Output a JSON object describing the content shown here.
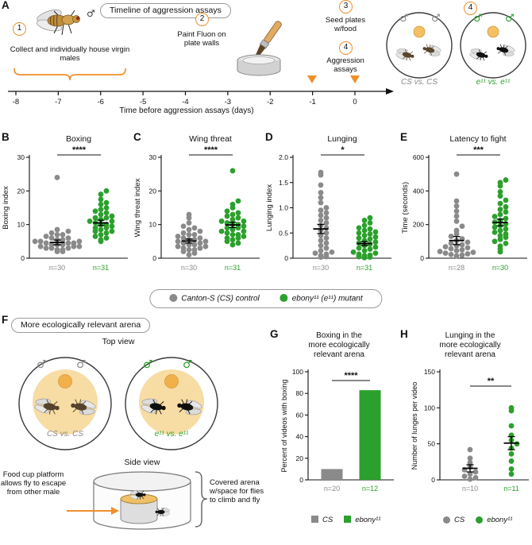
{
  "panel_letters": {
    "A": "A",
    "B": "B",
    "C": "C",
    "D": "D",
    "E": "E",
    "F": "F",
    "G": "G",
    "H": "H"
  },
  "symbols": {
    "male": "♂"
  },
  "colors": {
    "cs_gray": "#8a8a8a",
    "ebony_green": "#2ca02c",
    "accent_orange": "#ef8f2a",
    "food_tan": "#f7dca4"
  },
  "panelA": {
    "title": "Timeline of aggression assays",
    "steps": [
      {
        "num": "1",
        "label": "Collect and individually house virgin males"
      },
      {
        "num": "2",
        "label": "Paint Fluon on plate walls"
      },
      {
        "num": "3",
        "label": "Seed plates w/food"
      },
      {
        "num": "4",
        "label": "Aggression assays"
      }
    ],
    "arena_step_num": "4",
    "axis": {
      "ticks": [
        "-8",
        "-7",
        "-6",
        "-5",
        "-4",
        "-3",
        "-2",
        "-1",
        "0"
      ],
      "label": "Time before aggression assays (days)"
    },
    "arena_left_label": "CS vs. CS",
    "arena_right_label": "e¹¹ vs. e¹¹"
  },
  "legend_main": {
    "cs": "Canton-S (CS) control",
    "ebony": "ebony¹¹ (e¹¹) mutant"
  },
  "panelF": {
    "title": "More ecologically relevant arena",
    "top_view": "Top view",
    "side_view": "Side view",
    "arena_left_label": "CS vs. CS",
    "arena_right_label": "e¹¹ vs. e¹¹",
    "note_left": "Food cup platform allows fly to escape from other male",
    "note_right": "Covered arena w/space for flies to climb and fly"
  },
  "panelG_legend": {
    "cs": "CS",
    "ebony": "ebony¹¹"
  },
  "panelH_legend": {
    "cs": "CS",
    "ebony": "ebony¹¹"
  },
  "chart_data": [
    {
      "id": "B",
      "type": "scatter",
      "title": "Boxing",
      "ylabel": "Boxing index",
      "ylim": [
        0,
        30
      ],
      "yticks": [
        0,
        10,
        20,
        30
      ],
      "ytick_labels": [
        "0",
        "10",
        "20",
        "30"
      ],
      "sig": "****",
      "groups": [
        {
          "name": "Canton-S (CS) control",
          "color": "#8a8a8a",
          "n_label": "n=30",
          "mean": 4.7,
          "sem": 0.7,
          "values": [
            24,
            8.5,
            8,
            7.5,
            7,
            7,
            6.5,
            6,
            6,
            5.5,
            5.5,
            5,
            5,
            5,
            4.5,
            4.5,
            4.5,
            4,
            4,
            4,
            3.5,
            3.5,
            3.5,
            3,
            3,
            3,
            2.5,
            2.5,
            2,
            2
          ]
        },
        {
          "name": "ebony11 (e11) mutant",
          "color": "#2ca02c",
          "n_label": "n=31",
          "mean": 10.5,
          "sem": 0.8,
          "values": [
            20,
            19,
            17.5,
            16.5,
            16,
            15,
            14.5,
            14,
            13.5,
            13,
            12.5,
            12,
            12,
            11.5,
            11,
            11,
            10.5,
            10,
            10,
            9.5,
            9,
            9,
            8.5,
            8,
            8,
            7.5,
            7,
            6.5,
            6,
            5.5,
            5
          ]
        }
      ]
    },
    {
      "id": "C",
      "type": "scatter",
      "title": "Wing threat",
      "ylabel": "Wing threat index",
      "ylim": [
        0,
        30
      ],
      "yticks": [
        0,
        10,
        20,
        30
      ],
      "ytick_labels": [
        "0",
        "10",
        "20",
        "30"
      ],
      "sig": "****",
      "groups": [
        {
          "name": "Canton-S (CS) control",
          "color": "#8a8a8a",
          "n_label": "n=30",
          "mean": 5.1,
          "sem": 0.6,
          "values": [
            13,
            12,
            10.5,
            9.5,
            9,
            8.5,
            8,
            7.5,
            7,
            7,
            6.5,
            6,
            6,
            5.5,
            5.5,
            5,
            5,
            4.5,
            4.5,
            4,
            4,
            3.5,
            3.5,
            3,
            3,
            2.5,
            2.5,
            2,
            1.5,
            1
          ]
        },
        {
          "name": "ebony11 (e11) mutant",
          "color": "#2ca02c",
          "n_label": "n=31",
          "mean": 9.9,
          "sem": 0.8,
          "values": [
            26,
            17,
            16,
            15,
            14,
            13.5,
            13,
            12.5,
            12,
            11.5,
            11,
            11,
            10.5,
            10,
            10,
            9.5,
            9,
            9,
            8.5,
            8,
            8,
            7.5,
            7,
            7,
            6.5,
            6,
            6,
            5.5,
            5,
            4.5,
            4
          ]
        }
      ]
    },
    {
      "id": "D",
      "type": "scatter",
      "title": "Lunging",
      "ylabel": "Lunging index",
      "ylim": [
        0,
        2
      ],
      "yticks": [
        0,
        0.5,
        1,
        1.5,
        2
      ],
      "ytick_labels": [
        "0",
        "0.5",
        "1.0",
        "1.5",
        "2.0"
      ],
      "sig": "*",
      "groups": [
        {
          "name": "Canton-S (CS) control",
          "color": "#8a8a8a",
          "n_label": "n=30",
          "mean": 0.58,
          "sem": 0.09,
          "values": [
            1.7,
            1.65,
            1.45,
            1.3,
            1.2,
            1.1,
            1.0,
            0.95,
            0.9,
            0.85,
            0.8,
            0.75,
            0.7,
            0.65,
            0.6,
            0.55,
            0.5,
            0.45,
            0.4,
            0.35,
            0.3,
            0.25,
            0.2,
            0.15,
            0.12,
            0.1,
            0.08,
            0.05,
            0.03,
            0.02
          ]
        },
        {
          "name": "ebony11 (e11) mutant",
          "color": "#2ca02c",
          "n_label": "n=31",
          "mean": 0.29,
          "sem": 0.04,
          "values": [
            0.8,
            0.75,
            0.7,
            0.65,
            0.6,
            0.58,
            0.55,
            0.52,
            0.5,
            0.48,
            0.45,
            0.42,
            0.4,
            0.38,
            0.35,
            0.32,
            0.3,
            0.28,
            0.25,
            0.22,
            0.2,
            0.18,
            0.15,
            0.12,
            0.1,
            0.08,
            0.06,
            0.05,
            0.03,
            0.02,
            0.01
          ]
        }
      ]
    },
    {
      "id": "E",
      "type": "scatter",
      "title": "Latency to fight",
      "ylabel": "Time (seconds)",
      "ylim": [
        0,
        600
      ],
      "yticks": [
        0,
        200,
        400,
        600
      ],
      "ytick_labels": [
        "0",
        "200",
        "400",
        "600"
      ],
      "sig": "***",
      "groups": [
        {
          "name": "Canton-S (CS) control",
          "color": "#8a8a8a",
          "n_label": "n=28",
          "mean": 105,
          "sem": 24,
          "values": [
            500,
            340,
            310,
            280,
            250,
            220,
            190,
            165,
            145,
            130,
            115,
            105,
            95,
            88,
            80,
            74,
            68,
            62,
            56,
            50,
            45,
            40,
            35,
            30,
            26,
            22,
            18,
            14
          ]
        },
        {
          "name": "ebony11 (e11) mutant",
          "color": "#2ca02c",
          "n_label": "n=30",
          "mean": 212,
          "sem": 20,
          "values": [
            465,
            450,
            430,
            395,
            370,
            345,
            325,
            305,
            290,
            275,
            260,
            248,
            236,
            225,
            214,
            204,
            194,
            184,
            174,
            164,
            154,
            144,
            134,
            124,
            112,
            100,
            88,
            72,
            55,
            38
          ]
        }
      ]
    },
    {
      "id": "G",
      "type": "bar",
      "title_lines": [
        "Boxing in the",
        "more ecologically",
        "relevant arena"
      ],
      "ylabel": "Percent of videos with boxing",
      "ylim": [
        0,
        100
      ],
      "yticks": [
        0,
        20,
        40,
        60,
        80,
        100
      ],
      "ytick_labels": [
        "0",
        "20",
        "40",
        "60",
        "80",
        "100"
      ],
      "sig": "****",
      "groups": [
        {
          "name": "CS",
          "color": "#8a8a8a",
          "n_label": "n=20",
          "value": 10
        },
        {
          "name": "ebony11",
          "color": "#2ca02c",
          "n_label": "n=12",
          "value": 83
        }
      ]
    },
    {
      "id": "H",
      "type": "scatter",
      "title_lines": [
        "Lunging in the",
        "more ecologically",
        "relevant arena"
      ],
      "ylabel": "Number of lunges per video",
      "ylim": [
        0,
        150
      ],
      "yticks": [
        0,
        50,
        100,
        150
      ],
      "ytick_labels": [
        "0",
        "50",
        "100",
        "150"
      ],
      "sig": "**",
      "groups": [
        {
          "name": "CS",
          "color": "#8a8a8a",
          "n_label": "n=10",
          "mean": 16,
          "sem": 5,
          "values": [
            42,
            30,
            24,
            18,
            14,
            11,
            8,
            5,
            3,
            1
          ]
        },
        {
          "name": "ebony11",
          "color": "#2ca02c",
          "n_label": "n=11",
          "mean": 51,
          "sem": 9,
          "values": [
            100,
            96,
            75,
            62,
            55,
            50,
            44,
            36,
            26,
            15,
            8
          ]
        }
      ]
    }
  ]
}
